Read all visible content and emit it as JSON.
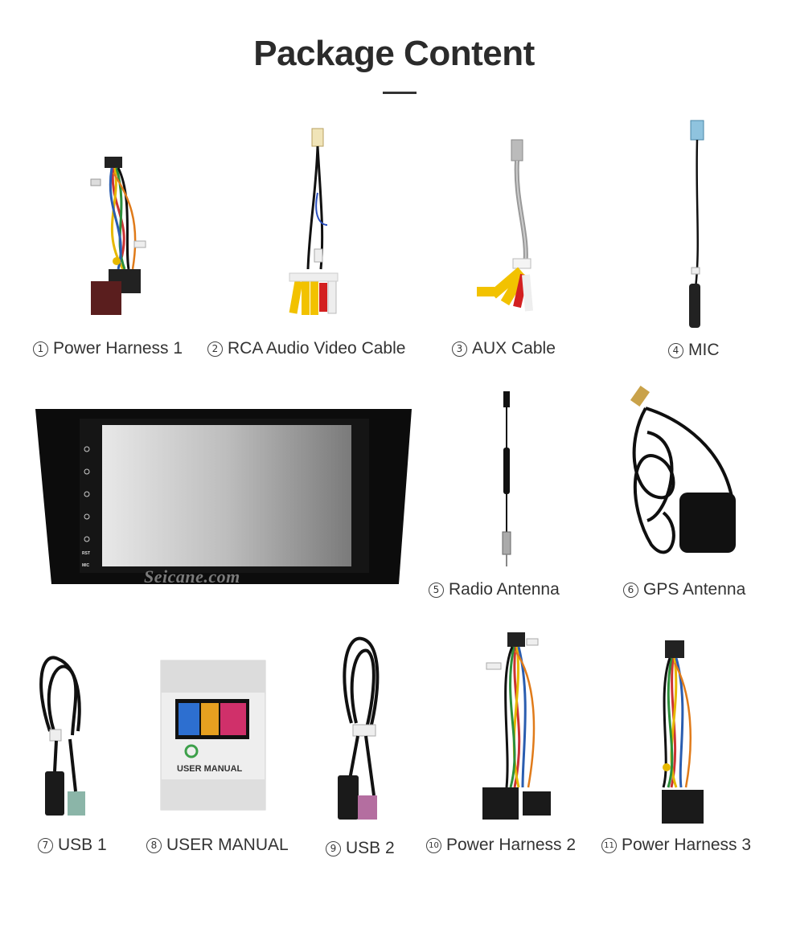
{
  "header": {
    "title": "Package Content"
  },
  "items": [
    {
      "num": "1",
      "label": "Power Harness 1",
      "icon": "power-harness-icon"
    },
    {
      "num": "2",
      "label": "RCA Audio Video Cable",
      "icon": "rca-cable-icon"
    },
    {
      "num": "3",
      "label": "AUX Cable",
      "icon": "aux-cable-icon"
    },
    {
      "num": "4",
      "label": "MIC",
      "icon": "mic-icon"
    },
    {
      "num": "5",
      "label": "Radio Antenna",
      "icon": "radio-antenna-icon"
    },
    {
      "num": "6",
      "label": "GPS Antenna",
      "icon": "gps-antenna-icon"
    },
    {
      "num": "7",
      "label": "USB 1",
      "icon": "usb-cable-icon"
    },
    {
      "num": "8",
      "label": "USER MANUAL",
      "icon": "manual-icon"
    },
    {
      "num": "9",
      "label": "USB 2",
      "icon": "usb-cable-icon"
    },
    {
      "num": "10",
      "label": "Power Harness 2",
      "icon": "power-harness-icon"
    },
    {
      "num": "11",
      "label": "Power Harness 3",
      "icon": "power-harness-icon"
    }
  ],
  "head_unit": {
    "watermark": "Seicane.com",
    "button_labels": [
      "RST",
      "MIC"
    ]
  },
  "manual": {
    "cover_text": "USER MANUAL"
  },
  "colors": {
    "title": "#2b2b2b",
    "text": "#333333",
    "unit": "#111111"
  }
}
